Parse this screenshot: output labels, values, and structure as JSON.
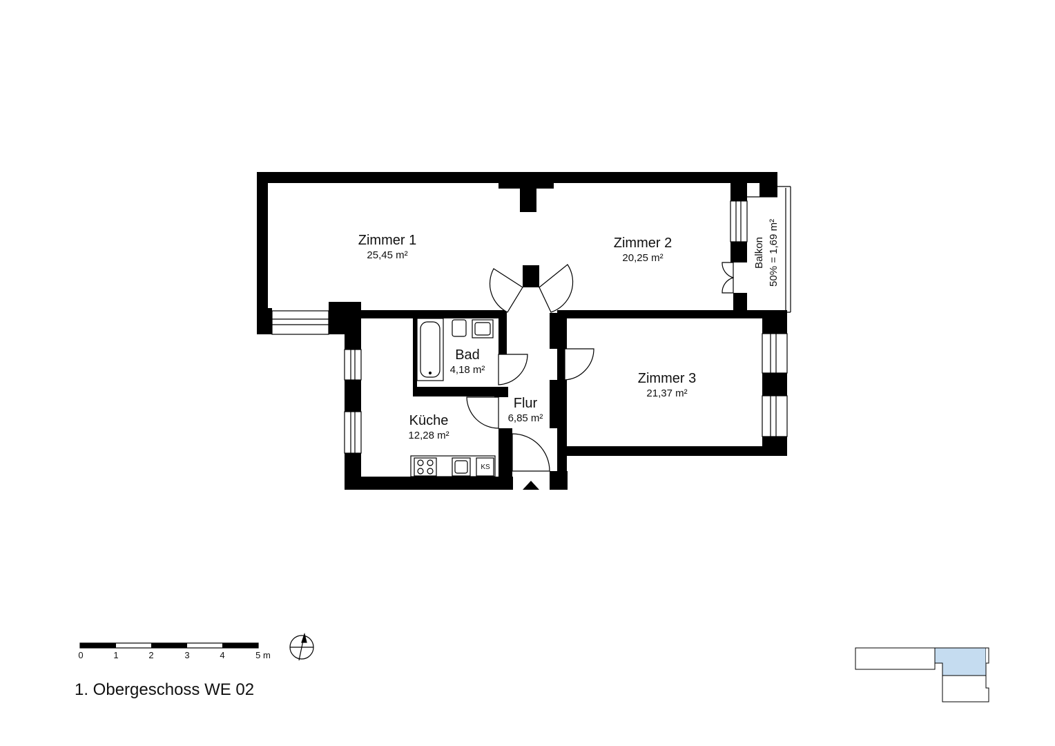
{
  "rooms": {
    "zimmer1": {
      "name": "Zimmer 1",
      "area": "25,45 m²"
    },
    "zimmer2": {
      "name": "Zimmer 2",
      "area": "20,25 m²"
    },
    "zimmer3": {
      "name": "Zimmer 3",
      "area": "21,37 m²"
    },
    "bad": {
      "name": "Bad",
      "area": "4,18 m²"
    },
    "kueche": {
      "name": "Küche",
      "area": "12,28 m²"
    },
    "flur": {
      "name": "Flur",
      "area": "6,85 m²"
    },
    "balkon": {
      "name": "Balkon",
      "area": "50% = 1,69 m²"
    }
  },
  "fixtures": {
    "ks_label": "KS"
  },
  "scale_bar": {
    "labels": [
      "0",
      "1",
      "2",
      "3",
      "4",
      "5 m"
    ]
  },
  "caption": "1. Obergeschoss WE 02",
  "colors": {
    "wall": "#000000",
    "highlight": "#c5dcf0"
  },
  "icons": {
    "north": "north-arrow-icon",
    "entrance": "entrance-marker-icon"
  }
}
